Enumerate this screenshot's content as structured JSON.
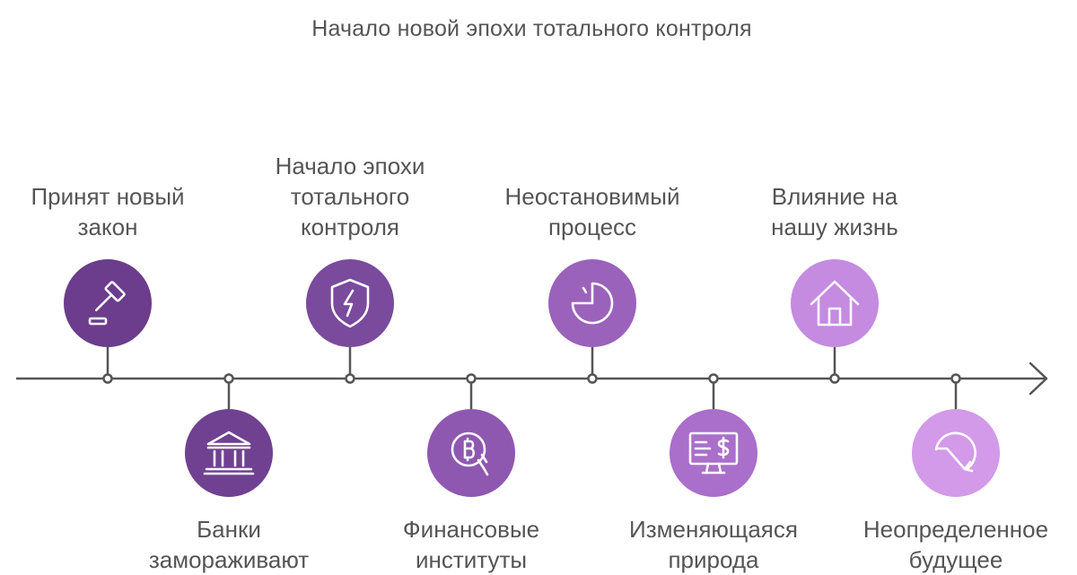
{
  "title": "Начало новой эпохи тотального контроля",
  "colors": {
    "axis": "#555555",
    "text": "#555555",
    "icon_stroke": "#ffffff",
    "events": [
      "#6b3d8c",
      "#6f4190",
      "#7a4a9c",
      "#8f58b0",
      "#9a62ba",
      "#a96fca",
      "#c48be0",
      "#d29ae8"
    ]
  },
  "events": [
    {
      "id": "law",
      "icon": "gavel-icon",
      "position": "above",
      "lines": [
        "Принят новый",
        "закон"
      ]
    },
    {
      "id": "banks",
      "icon": "bank-icon",
      "position": "below",
      "lines": [
        "Банки",
        "замораживают"
      ]
    },
    {
      "id": "control",
      "icon": "shield-bolt-icon",
      "position": "above",
      "lines": [
        "Начало эпохи",
        "тотального",
        "контроля"
      ]
    },
    {
      "id": "finance",
      "icon": "bitcoin-hand-icon",
      "position": "below",
      "lines": [
        "Финансовые",
        "институты"
      ]
    },
    {
      "id": "process",
      "icon": "pie-chart-icon",
      "position": "above",
      "lines": [
        "Неостановимый",
        "процесс"
      ]
    },
    {
      "id": "nature",
      "icon": "monitor-dollar-icon",
      "position": "below",
      "lines": [
        "Изменяющаяся",
        "природа"
      ]
    },
    {
      "id": "life",
      "icon": "house-icon",
      "position": "above",
      "lines": [
        "Влияние на",
        "нашу жизнь"
      ]
    },
    {
      "id": "future",
      "icon": "circle-arrow-icon",
      "position": "below",
      "lines": [
        "Неопределенное",
        "будущее"
      ]
    }
  ]
}
